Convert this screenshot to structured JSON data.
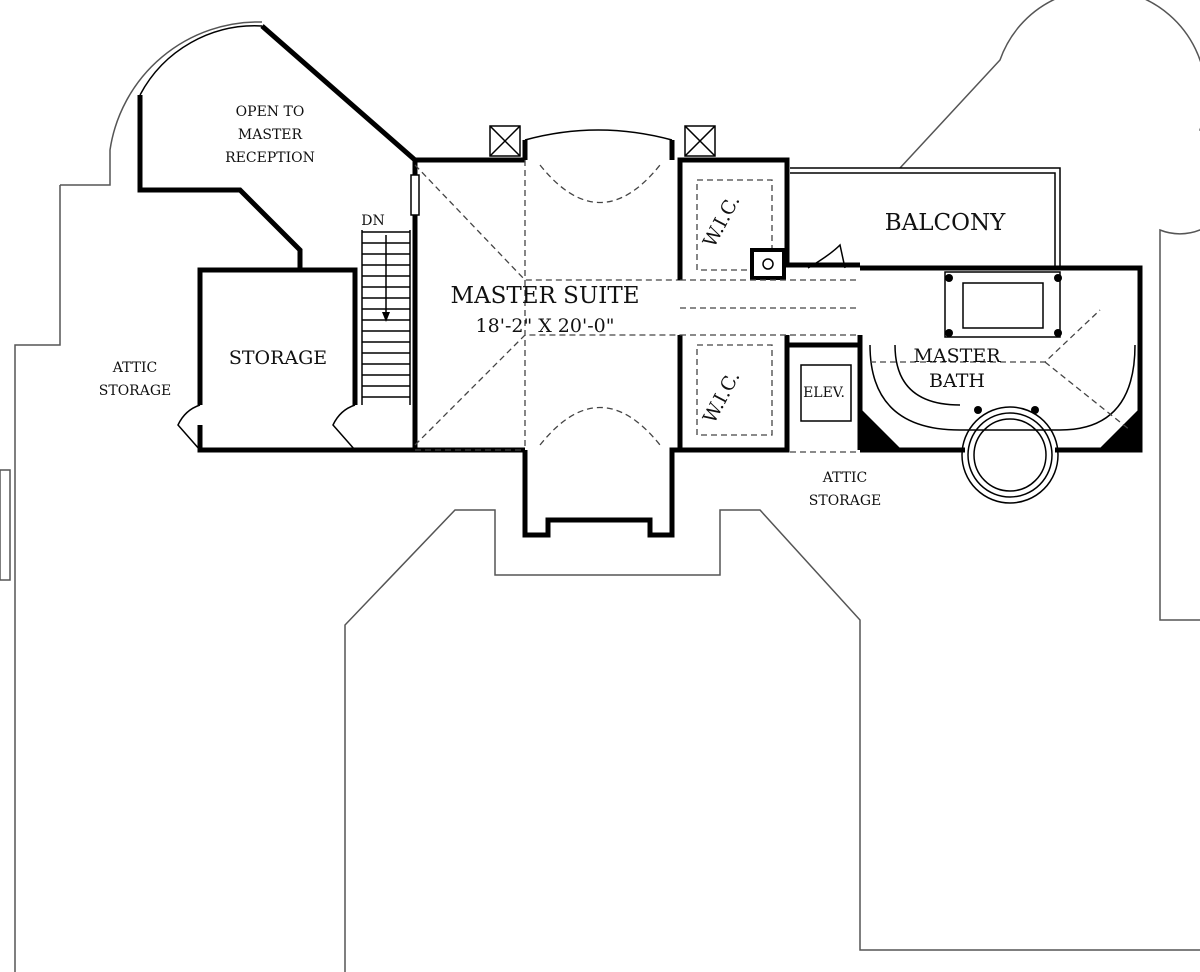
{
  "plan": {
    "rooms": {
      "reception": [
        "OPEN TO",
        "MASTER",
        "RECEPTION"
      ],
      "stairs": "DN",
      "master_suite": "MASTER SUITE",
      "master_suite_dims": "18'-2\" X 20'-0\"",
      "storage": "STORAGE",
      "attic_storage_left": [
        "ATTIC",
        "STORAGE"
      ],
      "wic_top": "W.I.C.",
      "wic_bottom": "W.I.C.",
      "balcony": "BALCONY",
      "elevator": "ELEV.",
      "master_bath": [
        "MASTER",
        "BATH"
      ],
      "attic_storage_right": [
        "ATTIC",
        "STORAGE"
      ]
    }
  }
}
